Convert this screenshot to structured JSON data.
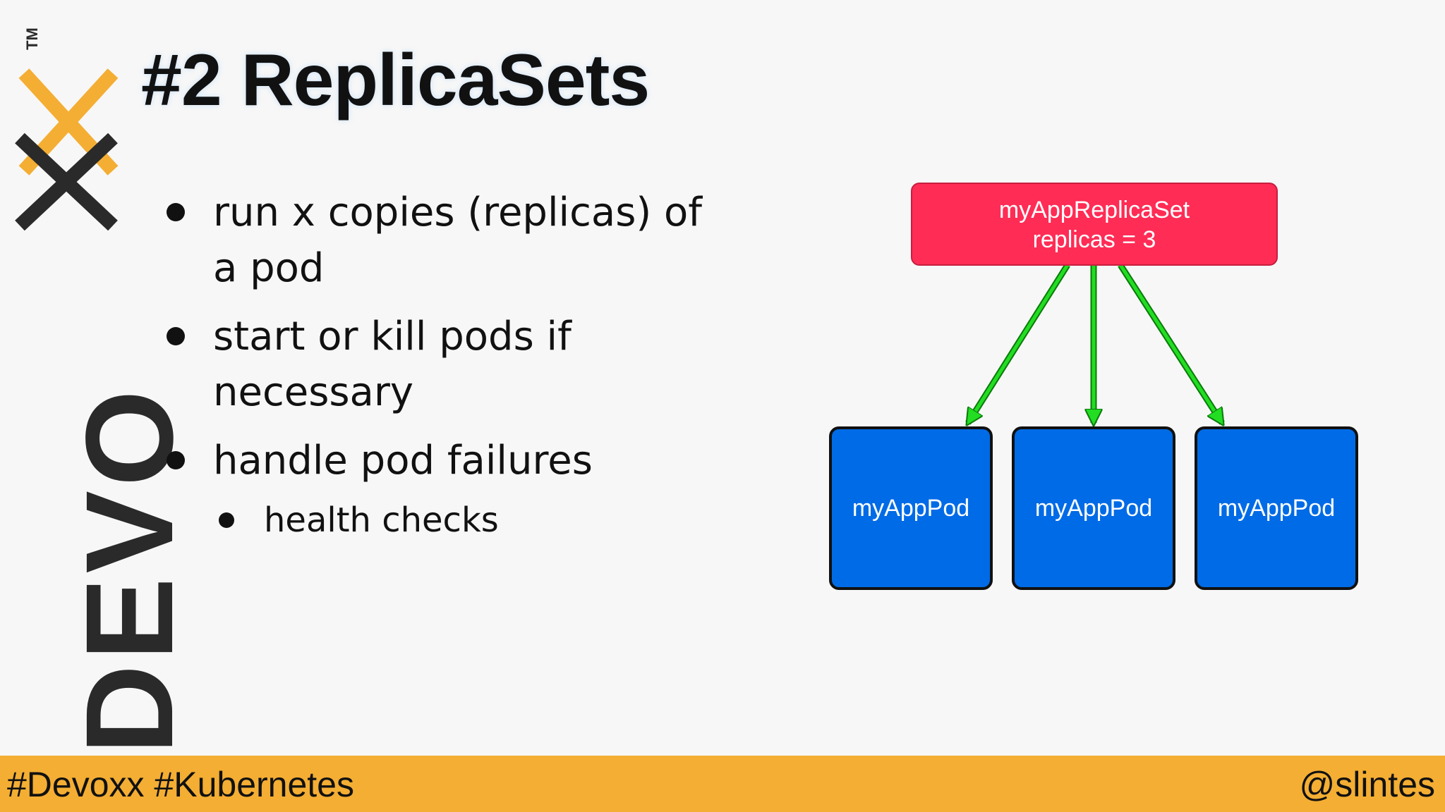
{
  "logo": {
    "name": "DEVOXX",
    "tm": "TM",
    "icon": "devoxx-logo",
    "colors": {
      "text": "#2a2a2a",
      "accent": "#f4ae33"
    }
  },
  "slide": {
    "title": "#2 ReplicaSets",
    "bullets": [
      {
        "text": "run x copies (replicas) of a pod"
      },
      {
        "text": "start or kill pods if necessary"
      },
      {
        "text": "handle pod failures"
      }
    ],
    "sub_bullets": [
      {
        "text": "health checks"
      }
    ]
  },
  "diagram": {
    "replicaset": {
      "name": "myAppReplicaSet",
      "replicas_label": "replicas = 3",
      "color": "#ff2c55"
    },
    "pods": [
      {
        "label": "myAppPod"
      },
      {
        "label": "myAppPod"
      },
      {
        "label": "myAppPod"
      }
    ],
    "pod_color": "#006be6",
    "arrow_color": "#22dd22"
  },
  "footer": {
    "hashtags": "#Devoxx #Kubernetes",
    "handle": "@slintes",
    "color": "#f4ae33"
  }
}
